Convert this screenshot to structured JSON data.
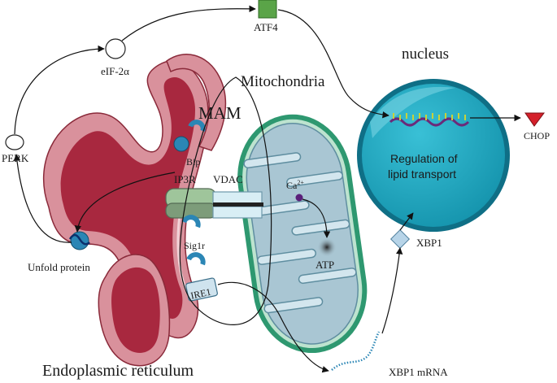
{
  "labels": {
    "atf4": "ATF4",
    "eif2a": "eIF-2α",
    "perk": "PERK",
    "nucleus": "nucleus",
    "mitochondria": "Mitochondria",
    "mam": "MAM",
    "bip": "Bip",
    "ip3r": "IP3R",
    "vdac": "VDAC",
    "ca": "Ca",
    "ca_sup": "2+",
    "sig1r": "Sig1r",
    "atp": "ATP",
    "ire1": "IRE1",
    "unfold_protein": "Unfold protein",
    "regulation_line1": "Regulation of",
    "regulation_line2": "lipid transport",
    "chop": "CHOP",
    "xbp1": "XBP1",
    "xbp1_mrna": "XBP1 mRNA",
    "er": "Endoplasmic reticulum"
  },
  "colors": {
    "er_outer": "#d9919c",
    "er_inner": "#a8283f",
    "mito_outer": "#3aa57c",
    "mito_fill": "#a9c6d3",
    "nucleus": "#1ba3be",
    "atf4": "#5aa448",
    "chop": "#d4202a",
    "receptor": "#2b86b5"
  }
}
